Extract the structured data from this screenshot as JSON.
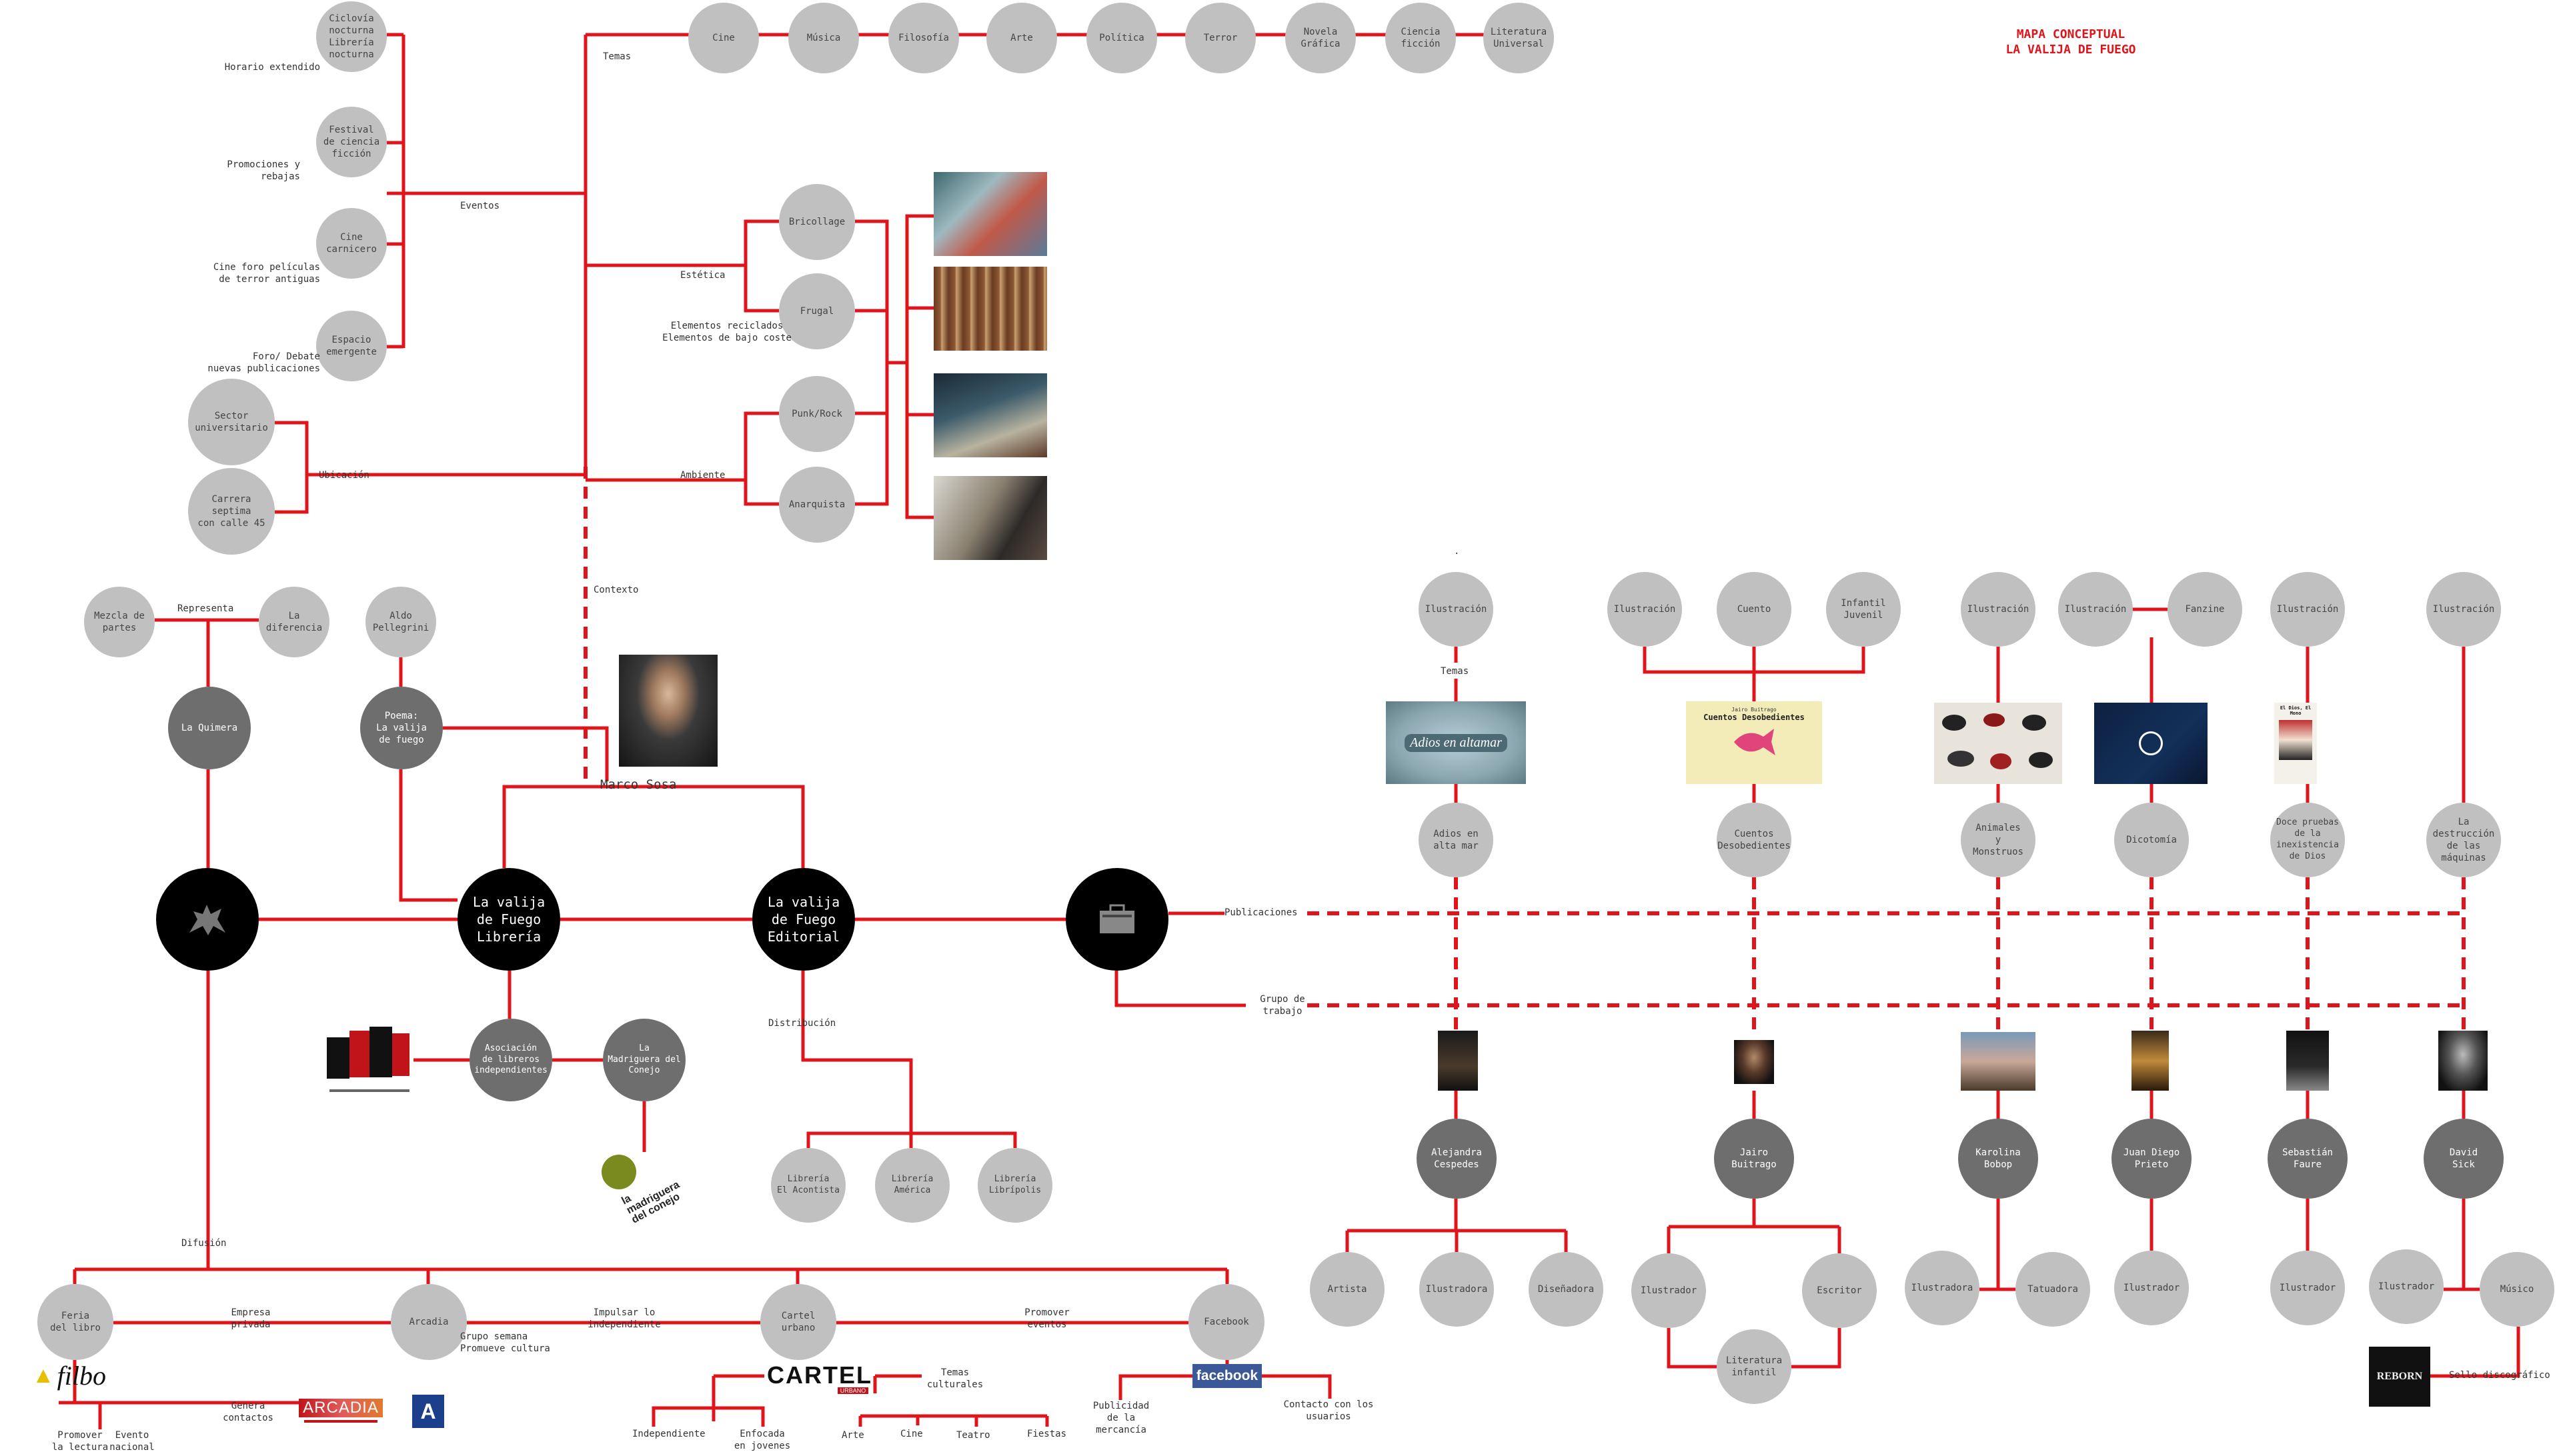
{
  "title": {
    "line1": "MAPA CONCEPTUAL",
    "line2": "LA VALIJA DE FUEGO"
  },
  "nodes": {
    "cine_tema": "Cine",
    "musica": "Música",
    "filosofia": "Filosofía",
    "arte_tema": "Arte",
    "politica": "Política",
    "terror": "Terror",
    "novela": "Novela\nGráfica",
    "ciencia": "Ciencia\nficción",
    "literatura": "Literatura\nUniversal",
    "ciclovia": "Ciclovía\nnocturna\nLibrería\nnocturna",
    "festival": "Festival\nde ciencia\nficción",
    "cine_carnicero": "Cine\ncarnicero",
    "espacio": "Espacio\nemergente",
    "sector": "Sector\nuniversitario",
    "carrera": "Carrera septima\ncon calle 45",
    "bricollage": "Bricollage",
    "frugal": "Frugal",
    "punk": "Punk/Rock",
    "anarquista": "Anarquista",
    "mezcla": "Mezcla de\npartes",
    "diferencia": "La\ndiferencia",
    "aldo": "Aldo\nPellegrini",
    "quimera": "La Quimera",
    "poema": "Poema:\nLa valija\nde fuego",
    "valija_libreria": "La valija\nde Fuego\nLibrería",
    "valija_editorial": "La valija\nde Fuego\nEditorial",
    "asociacion": "Asociación\nde libreros\nindependientes",
    "madriguera": "La\nMadriguera del\nConejo",
    "acontista": "Librería\nEl Acontista",
    "america": "Librería\nAmérica",
    "libripolis": "Librería\nLibrípolis",
    "feria": "Feria\ndel libro",
    "arcadia": "Arcadia",
    "cartel": "Cartel\nurbano",
    "facebook": "Facebook",
    "ilus1": "Ilustración",
    "ilus2": "Ilustración",
    "cuento": "Cuento",
    "infantil_juvenil": "Infantil\nJuvenil",
    "ilus3": "Ilustración",
    "ilus4": "Ilustración",
    "fanzine": "Fanzine",
    "ilus5": "Ilustración",
    "ilus6": "Ilustración",
    "adios": "Adios en\nalta mar",
    "cuentos_des": "Cuentos\nDesobedientes",
    "animales": "Animales\ny\nMonstruos",
    "dicotomia": "Dicotomía",
    "doce": "Doce pruebas\nde la\ninexistencia\nde Dios",
    "destruccion": "La\ndestrucción\nde las\nmáquinas",
    "alejandra": "Alejandra\nCespedes",
    "jairo": "Jairo\nBuitrago",
    "karolina": "Karolina\nBobop",
    "juan": "Juan Diego\nPrieto",
    "sebastian": "Sebastián\nFaure",
    "david": "David\nSick",
    "artista": "Artista",
    "ilustradora1": "Ilustradora",
    "disenadora": "Diseñadora",
    "ilustrador_j": "Ilustrador",
    "escritor": "Escritor",
    "lit_infantil": "Literatura\ninfantil",
    "ilustradora2": "Ilustradora",
    "tatuadora": "Tatuadora",
    "ilustrador_jd": "Ilustrador",
    "ilustrador_s": "Ilustrador",
    "ilustrador_d": "Ilustrador",
    "musico": "Músico"
  },
  "labels": {
    "temas": "Temas",
    "eventos": "Eventos",
    "estetica": "Estética",
    "ubicacion": "Ubicación",
    "ambiente": "Ambiente",
    "contexto": "Contexto",
    "horario": "Horario extendido",
    "promociones": "Promociones y\nrebajas",
    "cine_foro": "Cine foro películas\nde terror antiguas",
    "foro_debate": "Foro/ Debate\nnuevas publicaciones",
    "elementos": "Elementos reciclados\nElementos de bajo coste",
    "representa": "Representa",
    "marco": "Marco Sosa",
    "distribucion": "Distribución",
    "difusion": "Difusión",
    "publicaciones": "Publicaciones",
    "grupo_trabajo": "Grupo de\ntrabajo",
    "temas2": "Temas",
    "empresa_privada": "Empresa\nprivada",
    "grupo_semana": "Grupo semana\nPromueve cultura",
    "impulsar": "Impulsar lo\nindependiente",
    "promover_eventos": "Promover\neventos",
    "genera_contactos": "Genera\ncontactos",
    "promover_lectura": "Promover\nla lectura",
    "evento_nacional": "Evento\nnacional",
    "temas_culturales": "Temas\nculturales",
    "independiente": "Independiente",
    "enfocada": "Enfocada\nen jovenes",
    "arte2": "Arte",
    "cine2": "Cine",
    "teatro": "Teatro",
    "fiestas": "Fiestas",
    "publicidad": "Publicidad\nde la\nmercancía",
    "contacto": "Contacto con los\nusuarios",
    "sello": "Sello discográfico",
    "dot": "."
  },
  "logos": {
    "filbo": "filbo",
    "arcadia": "ARCADIA",
    "arcadia_a": "A",
    "cartel": "CARTEL",
    "cartel_sub": "URBANO",
    "facebook": "facebook",
    "madriguera": "la\nmadriguera\ndel conejo",
    "cuentos_cover_title": "Cuentos Desobedientes",
    "cuentos_cover_small": "Jairo Buitrago",
    "adios_cover": "Adios en altamar",
    "doce_cover_title": "El Dios, El Mono",
    "reborn": "REBORN"
  },
  "colors": {
    "line": "#e0141a",
    "light_node": "#c0c0c0",
    "dark_node": "#6e6e6e",
    "black_node": "#000000"
  }
}
